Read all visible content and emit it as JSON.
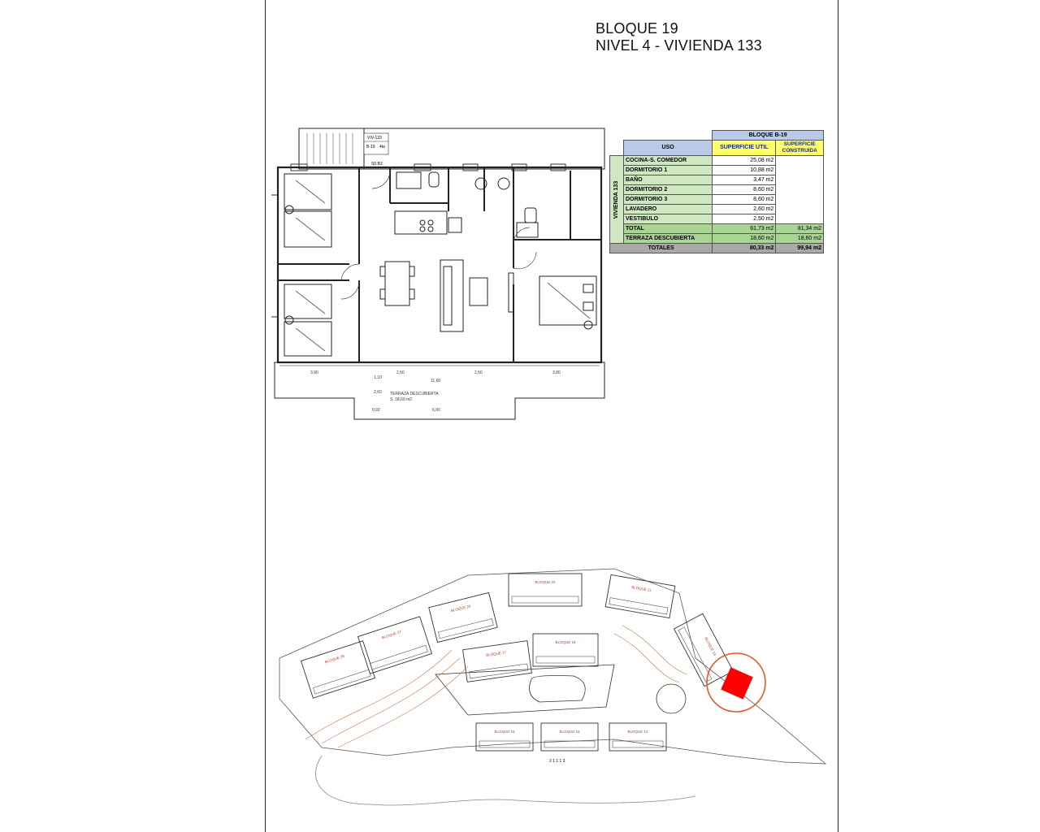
{
  "title": {
    "line1": "BLOQUE 19",
    "line2": "NIVEL 4 - VIVIENDA 133"
  },
  "table": {
    "block_header": "BLOQUE B-19",
    "col_uso": "USO",
    "col_util": "SUPERFICIE UTIL",
    "col_const_1": "SUPERFICIE",
    "col_const_2": "CONSTRUIDA",
    "unit_label": "VIVIENDA 133",
    "rooms": [
      {
        "name": "COCINA-S. COMEDOR",
        "util": "25,08 m2"
      },
      {
        "name": "DORMITORIO 1",
        "util": "10,88 m2"
      },
      {
        "name": "BAÑO",
        "util": "3,47 m2"
      },
      {
        "name": "DORMITORIO 2",
        "util": "8,60 m2"
      },
      {
        "name": "DORMITORIO 3",
        "util": "8,60 m2"
      },
      {
        "name": "LAVADERO",
        "util": "2,60 m2"
      },
      {
        "name": "VESTIBULO",
        "util": "2,50 m2"
      }
    ],
    "total": {
      "label": "TOTAL",
      "util": "61,73 m2",
      "const": "81,34 m2"
    },
    "terrace": {
      "label": "TERRAZA DESCUBIERTA",
      "util": "18,60 m2",
      "const": "18,60 m2"
    },
    "totals": {
      "label": "TOTALES",
      "util": "80,33 m2",
      "const": "99,94 m2"
    }
  },
  "plan": {
    "tag_unit": "VIV-133",
    "tag_block": "B-19",
    "tag_level": "4ta",
    "tag_code": "S0.B3",
    "dims_top": [
      "3,90",
      "2,50",
      "2,50",
      "3,80"
    ],
    "dim_total": "11,60",
    "dim_lower": "6,00",
    "dims_side": [
      "1,10",
      "2,60",
      "0,92"
    ],
    "terrace_label_1": "TERRAZA DESCUBIERTA",
    "terrace_label_2": "S. 18,60 m2"
  },
  "site": {
    "blocks": [
      "BLOQUE 28",
      "BLOQUE 27",
      "BLOQUE 26",
      "BLOQUE 22",
      "BLOQUE 21",
      "BLOQUE 19",
      "BLOQUE 18",
      "BLOQUE 17",
      "BLOQUE 15",
      "BLOQUE 16",
      "BLOQUE 14"
    ],
    "road_label": "2 1 1 1 3",
    "highlight_color": "#ff0000",
    "marker_color": "#e8552e"
  }
}
